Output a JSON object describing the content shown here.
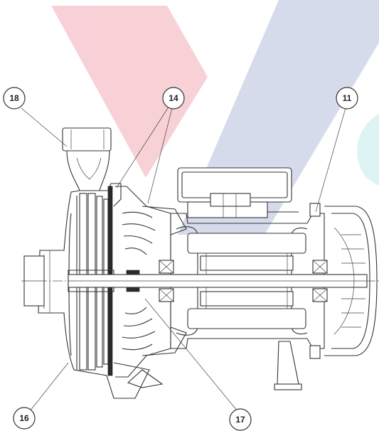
{
  "callouts": [
    {
      "id": "c18",
      "label": "18"
    },
    {
      "id": "c14",
      "label": "14"
    },
    {
      "id": "c11",
      "label": "11"
    },
    {
      "id": "c16",
      "label": "16"
    },
    {
      "id": "c17",
      "label": "17"
    }
  ],
  "colors": {
    "watermark_red": "#f4c4cc",
    "watermark_blue": "#c8d0e4",
    "watermark_cyan": "#d6f2f2",
    "line": "#333333"
  }
}
